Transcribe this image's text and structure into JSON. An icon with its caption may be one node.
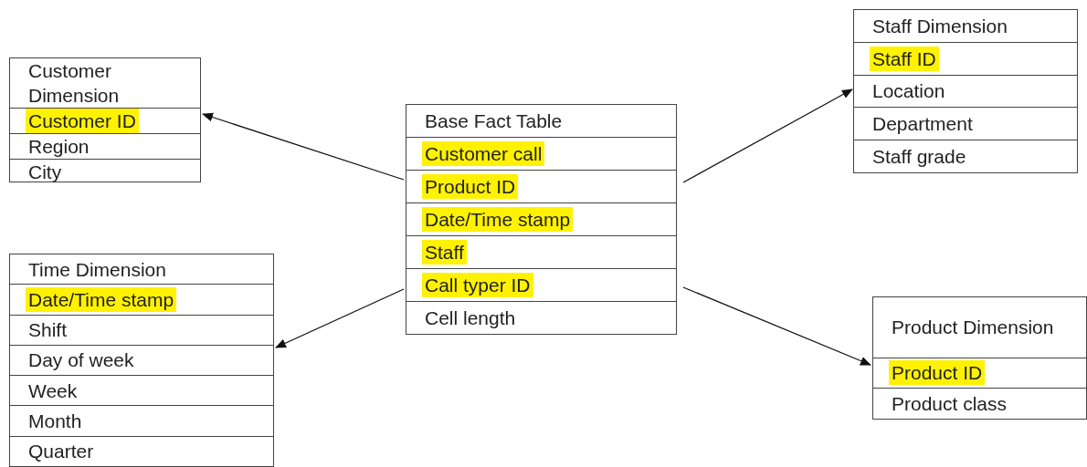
{
  "diagram": {
    "nodes": [
      {
        "text": [
          "Customer Dimension",
          "Customer ID",
          "Region",
          "City"
        ]
      },
      {
        "text": [
          "Base Fact Table",
          "Customer call",
          "Product ID",
          "Date/Time stamp",
          "Staff",
          "Call typer ID",
          "Cell length"
        ]
      },
      {
        "text": [
          "Staff Dimension",
          "Staff ID",
          "Location",
          "Department",
          "Staff grade"
        ]
      },
      {
        "text": [
          "Time Dimension",
          "Date/Time stamp",
          "Shift",
          "Day of week",
          "Week",
          "Month",
          "Quarter"
        ]
      },
      {
        "text": [
          "Product Dimension",
          "Product ID",
          "Product class"
        ]
      }
    ],
    "edges": [
      {
        "from": 1,
        "to": 0,
        "arrow": "to"
      },
      {
        "from": 1,
        "to": 2,
        "arrow": "to"
      },
      {
        "from": 1,
        "to": 3,
        "arrow": "to"
      },
      {
        "from": 1,
        "to": 4,
        "arrow": "to"
      }
    ]
  }
}
